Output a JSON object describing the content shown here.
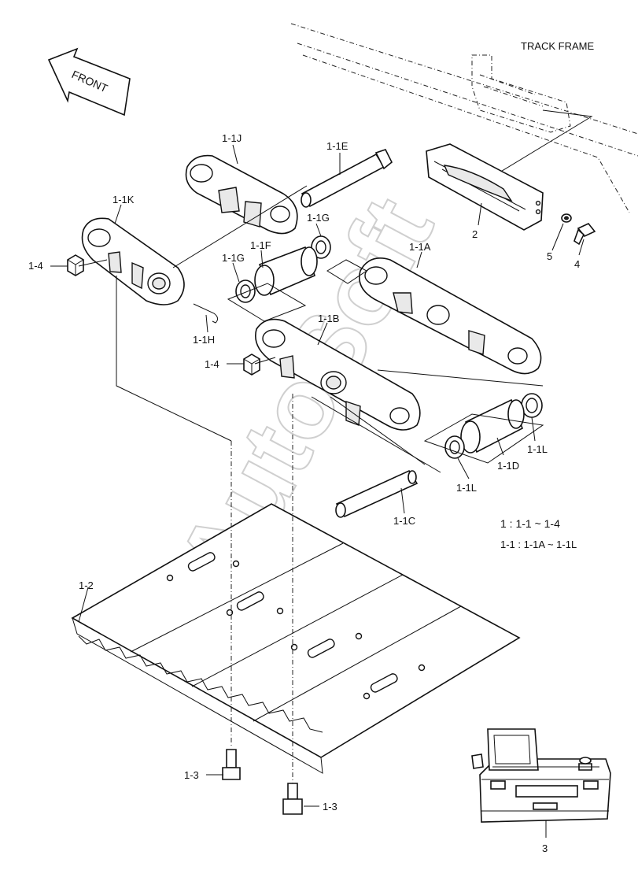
{
  "header": {
    "track_frame_label": "TRACK FRAME",
    "front_label": "FRONT"
  },
  "watermark": "AutoSoft",
  "labels": {
    "l_1_1J": "1-1J",
    "l_1_1E": "1-1E",
    "l_1_1K": "1-1K",
    "l_1_1G_top": "1-1G",
    "l_1_1F": "1-1F",
    "l_1_1G_left": "1-1G",
    "l_1_1A": "1-1A",
    "l_1_4_top": "1-4",
    "l_1_1H": "1-1H",
    "l_1_4_mid": "1-4",
    "l_1_1B": "1-1B",
    "l_1_1L_right": "1-1L",
    "l_1_1D": "1-1D",
    "l_1_1L_left": "1-1L",
    "l_1_1C": "1-1C",
    "l_1_2": "1-2",
    "l_1_3_left": "1-3",
    "l_1_3_bottom": "1-3",
    "l_2": "2",
    "l_4": "4",
    "l_5": "5",
    "l_3": "3"
  },
  "legend": {
    "line1": "1 : 1-1 ~ 1-4",
    "line2": "1-1 : 1-1A ~ 1-1L"
  }
}
